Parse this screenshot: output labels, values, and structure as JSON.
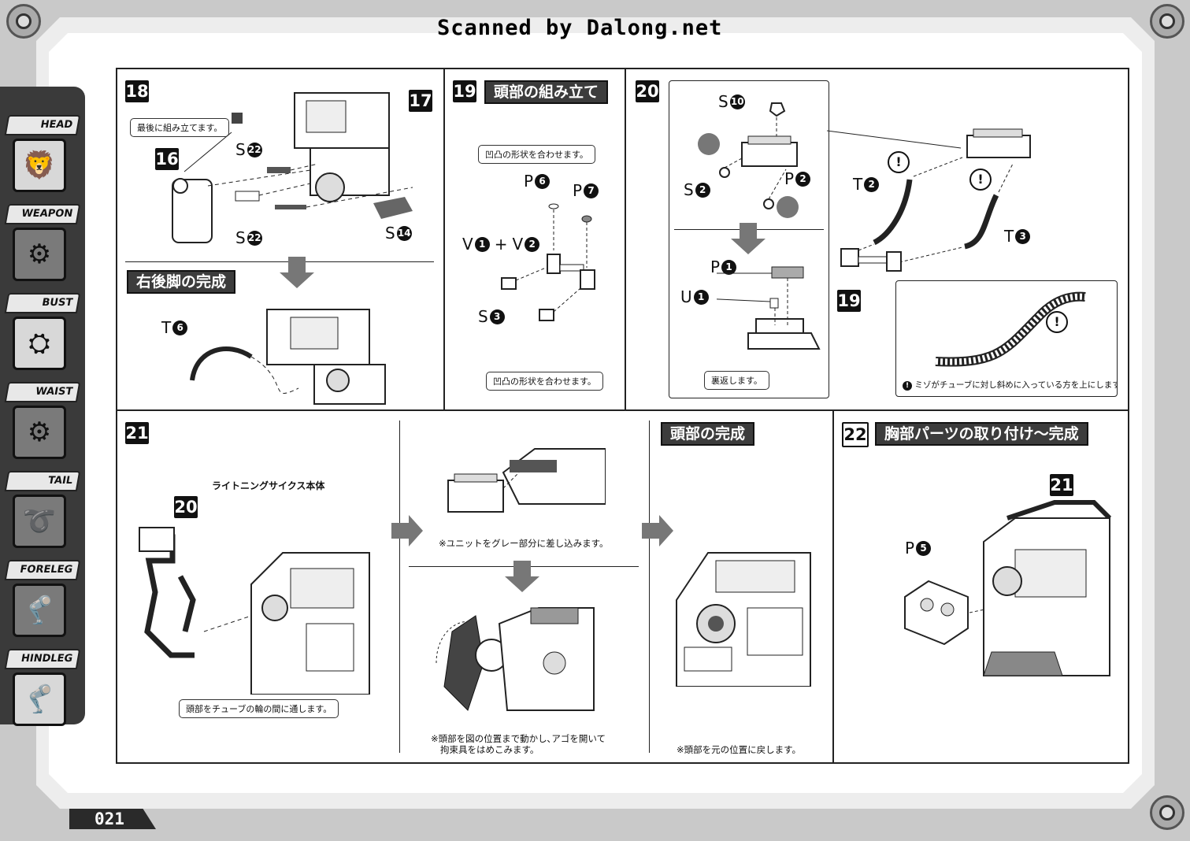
{
  "watermark": "Scanned by Dalong.net",
  "page_number": "021",
  "sidebar": {
    "items": [
      {
        "label": "HEAD",
        "icon": "lion-head-icon"
      },
      {
        "label": "WEAPON",
        "icon": "weapon-icon"
      },
      {
        "label": "BUST",
        "icon": "bust-icon"
      },
      {
        "label": "WAIST",
        "icon": "waist-icon"
      },
      {
        "label": "TAIL",
        "icon": "tail-icon"
      },
      {
        "label": "FORELEG",
        "icon": "foreleg-icon"
      },
      {
        "label": "HINDLEG",
        "icon": "hindleg-icon"
      }
    ]
  },
  "step18": {
    "num": "18",
    "ref17": "17",
    "ref16": "16",
    "note": "最後に組み立てます。",
    "parts": [
      {
        "letter": "S",
        "num": "22"
      },
      {
        "letter": "S",
        "num": "22"
      },
      {
        "letter": "S",
        "num": "14"
      }
    ],
    "subtitle": "右後脚の完成",
    "tube": {
      "letter": "T",
      "num": "6"
    }
  },
  "step19": {
    "num": "19",
    "title": "頭部の組み立て",
    "note_top": "凹凸の形状を合わせます。",
    "note_bottom": "凹凸の形状を合わせます。",
    "p6": {
      "letter": "P",
      "num": "6"
    },
    "p7": {
      "letter": "P",
      "num": "7"
    },
    "v1": {
      "letter": "V",
      "num": "1"
    },
    "plus": "+",
    "v2": {
      "letter": "V",
      "num": "2"
    },
    "s3": {
      "letter": "S",
      "num": "3"
    }
  },
  "step20": {
    "num": "20",
    "s10": {
      "letter": "S",
      "num": "10"
    },
    "s2": {
      "letter": "S",
      "num": "2"
    },
    "p2": {
      "letter": "P",
      "num": "2"
    },
    "p1": {
      "letter": "P",
      "num": "1"
    },
    "u1": {
      "letter": "U",
      "num": "1"
    },
    "note_flip": "裏返します。",
    "t2": {
      "letter": "T",
      "num": "2"
    },
    "t3": {
      "letter": "T",
      "num": "3"
    },
    "ref19": "19",
    "caution": "ミゾがチューブに対し斜めに入っている方を上にします。"
  },
  "step21": {
    "num": "21",
    "ref20": "20",
    "body_label": "ライトニングサイクス本体",
    "note_tube": "頭部をチューブの輪の間に通します。",
    "note_unit": "※ユニットをグレー部分に差し込みます。",
    "note_jaw_1": "※頭部を図の位置まで動かし､アゴを開いて",
    "note_jaw_2": "拘束具をはめこみます。",
    "head_done_title": "頭部の完成",
    "note_return": "※頭部を元の位置に戻します。"
  },
  "step22": {
    "num": "22",
    "title": "胸部パーツの取り付け～完成",
    "ref21": "21",
    "p5": {
      "letter": "P",
      "num": "5"
    }
  }
}
